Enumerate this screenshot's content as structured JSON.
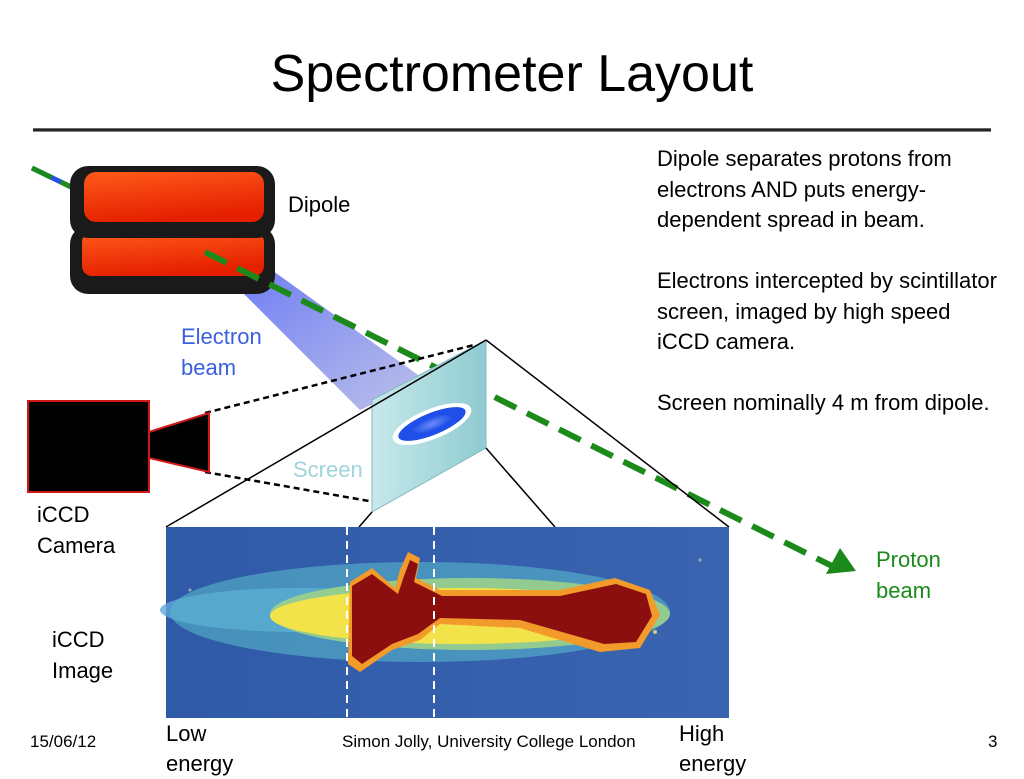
{
  "slide": {
    "title": "Spectrometer Layout"
  },
  "notes": [
    "Dipole separates protons from electrons AND puts energy-dependent spread in beam.",
    "Electrons intercepted by scintillator screen, imaged by high speed iCCD camera.",
    "Screen nominally 4 m from dipole."
  ],
  "labels": {
    "dipole": "Dipole",
    "electron_beam": "Electron\nbeam",
    "screen": "Screen",
    "iccd_camera": "iCCD\nCamera",
    "iccd_image": "iCCD\nImage",
    "proton_beam": "Proton\nbeam",
    "low_energy": "Low\nenergy",
    "high_energy": "High\nenergy"
  },
  "footer": {
    "date": "15/06/12",
    "author": "Simon Jolly, University College London",
    "page": "3"
  },
  "colors": {
    "proton_beam": "#1b8a1b",
    "electron_beam": "#3c5fe0",
    "dipole_pole": "#ff3a0a",
    "camera_body": "#000000",
    "camera_outline": "#d01818",
    "screen": "#a9dbe0"
  }
}
